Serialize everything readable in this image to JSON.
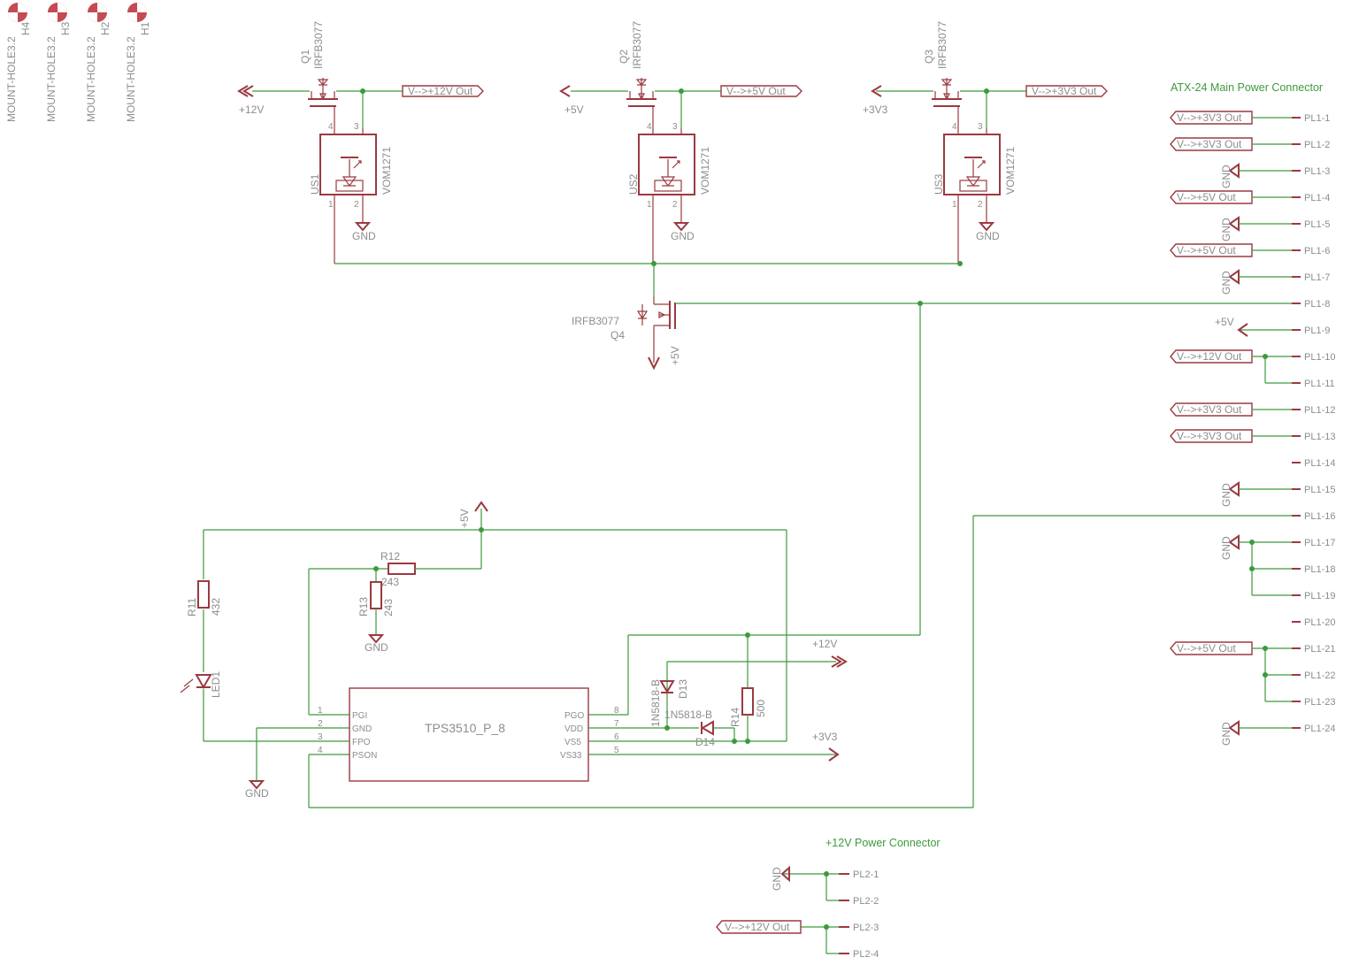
{
  "mount_holes": [
    {
      "name": "H4",
      "part": "MOUNT-HOLE3.2"
    },
    {
      "name": "H3",
      "part": "MOUNT-HOLE3.2"
    },
    {
      "name": "H2",
      "part": "MOUNT-HOLE3.2"
    },
    {
      "name": "H1",
      "part": "MOUNT-HOLE3.2"
    }
  ],
  "switch_stages": [
    {
      "q_name": "Q1",
      "q_part": "IRFB3077",
      "us_name": "US1",
      "us_part": "VOM1271",
      "rail": "+12V",
      "out_label": "V-->+12V Out",
      "gnd": "GND"
    },
    {
      "q_name": "Q2",
      "q_part": "IRFB3077",
      "us_name": "US2",
      "us_part": "VOM1271",
      "rail": "+5V",
      "out_label": "V-->+5V Out",
      "gnd": "GND"
    },
    {
      "q_name": "Q3",
      "q_part": "IRFB3077",
      "us_name": "US3",
      "us_part": "VOM1271",
      "rail": "+3V3",
      "out_label": "V-->+3V3 Out",
      "gnd": "GND"
    }
  ],
  "opto_pins": [
    "4",
    "3",
    "1",
    "2"
  ],
  "q4": {
    "part": "IRFB3077",
    "name": "Q4",
    "rail": "+5V"
  },
  "atx": {
    "title": "ATX-24 Main Power Connector",
    "pins": [
      "PL1-1",
      "PL1-2",
      "PL1-3",
      "PL1-4",
      "PL1-5",
      "PL1-6",
      "PL1-7",
      "PL1-8",
      "PL1-9",
      "PL1-10",
      "PL1-11",
      "PL1-12",
      "PL1-13",
      "PL1-14",
      "PL1-15",
      "PL1-16",
      "PL1-17",
      "PL1-18",
      "PL1-19",
      "PL1-20",
      "PL1-21",
      "PL1-22",
      "PL1-23",
      "PL1-24"
    ],
    "flags": [
      {
        "row": 1,
        "text": "V-->+3V3 Out"
      },
      {
        "row": 2,
        "text": "V-->+3V3 Out"
      },
      {
        "row": 4,
        "text": "V-->+5V Out"
      },
      {
        "row": 6,
        "text": "V-->+5V Out"
      },
      {
        "row": 10,
        "text": "V-->+12V Out"
      },
      {
        "row": 12,
        "text": "V-->+3V3 Out"
      },
      {
        "row": 13,
        "text": "V-->+3V3 Out"
      },
      {
        "row": 21,
        "text": "V-->+5V Out"
      }
    ],
    "gnd_rows": [
      3,
      5,
      7,
      15,
      17,
      24
    ],
    "gnd_label": "GND",
    "pin9_rail": "+5V"
  },
  "p12": {
    "title": "+12V Power Connector",
    "pins": [
      "PL2-1",
      "PL2-2",
      "PL2-3",
      "PL2-4"
    ],
    "gnd": "GND",
    "flag": "V-->+12V Out"
  },
  "supervisor": {
    "chip": "TPS3510_P_8",
    "left_pins": [
      {
        "num": "1",
        "name": "PGI"
      },
      {
        "num": "2",
        "name": "GND"
      },
      {
        "num": "3",
        "name": "FPO"
      },
      {
        "num": "4",
        "name": "PSON"
      }
    ],
    "right_pins": [
      {
        "num": "8",
        "name": "PGO"
      },
      {
        "num": "7",
        "name": "VDD"
      },
      {
        "num": "6",
        "name": "VS5"
      },
      {
        "num": "5",
        "name": "VS33"
      }
    ],
    "r11": {
      "name": "R11",
      "value": "432"
    },
    "r12": {
      "name": "R12",
      "value": "243"
    },
    "r13": {
      "name": "R13",
      "value": "243"
    },
    "r14": {
      "name": "R14",
      "value": "500"
    },
    "led": "LED1",
    "d13": {
      "name": "D13",
      "part": "1N5818-B"
    },
    "d14": {
      "name": "D14",
      "part": "1N5818-B"
    },
    "rail_5v": "+5V",
    "rail_12v": "+12V",
    "rail_3v3": "+3V3",
    "gnd": "GND"
  }
}
